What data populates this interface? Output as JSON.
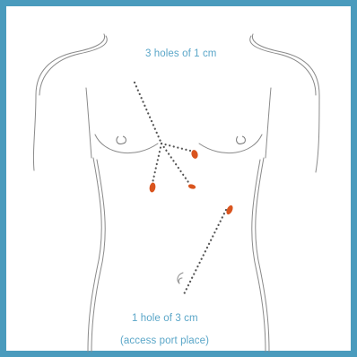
{
  "labels": {
    "top": "3 holes of 1 cm",
    "bottom_line1": "1 hole of 3 cm",
    "bottom_line2": "(access port place)"
  },
  "colors": {
    "frame": "#4a9bbd",
    "text": "#5aa6c8",
    "incision": "#d9541e",
    "outline": "#8a8a8a",
    "dots": "#555555"
  }
}
